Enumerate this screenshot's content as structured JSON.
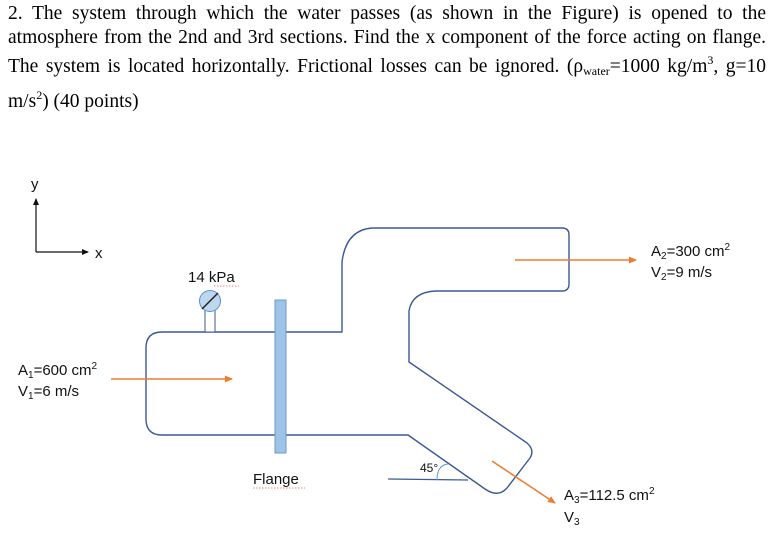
{
  "problem": {
    "number": "2.",
    "lines": [
      "2. The system through which the water passes (as shown in the Figure) is opened to the",
      "atmosphere from the 2nd and 3rd sections. Find the x component of the force acting on flange.",
      "The system is located horizontally. Frictional losses can be ignored. (",
      "m/s",
      ") (40 points)"
    ],
    "rho_symbol": "ρ",
    "rho_sub": "water",
    "density": "=1000 kg/m",
    "density_exp": "3",
    "gravity": ", g=10",
    "g_exp": "2"
  },
  "figure": {
    "axis_y_label": "y",
    "axis_x_label": "x",
    "gauge_label": "14 kPa",
    "flange_label": "Flange",
    "angle_label": "45°",
    "section1": {
      "area": "A",
      "area_sub": "1",
      "area_val": "=600 cm",
      "area_exp": "2",
      "vel": "V",
      "vel_sub": "1",
      "vel_val": "=6 m/s"
    },
    "section2": {
      "area": "A",
      "area_sub": "2",
      "area_val": "=300 cm",
      "area_exp": "2",
      "vel": "V",
      "vel_sub": "2",
      "vel_val": "=9 m/s"
    },
    "section3": {
      "area": "A",
      "area_sub": "3",
      "area_val": "=112.5 cm",
      "area_exp": "2",
      "vel": "V",
      "vel_sub": "3"
    },
    "colors": {
      "pipe_outline": "#3b5998",
      "flow_arrow": "#ed7d31",
      "flange_fill": "#9dc3e6",
      "gauge_fill": "#bdd7ee"
    }
  }
}
